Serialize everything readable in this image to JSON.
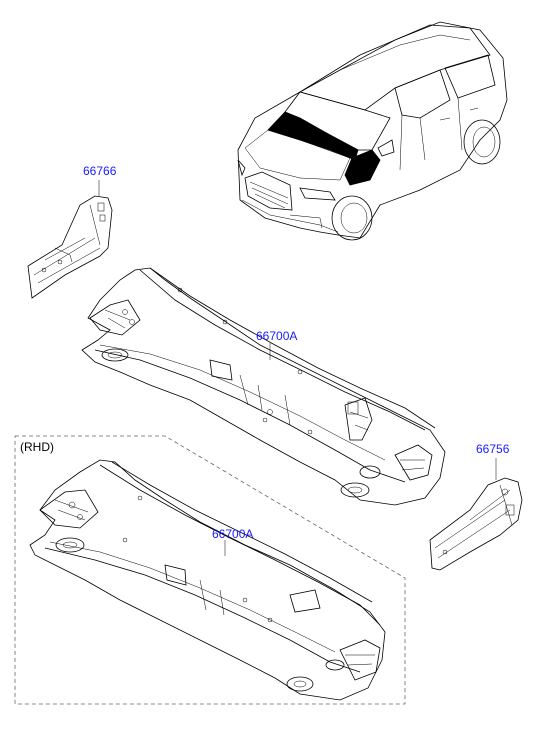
{
  "colors": {
    "part_number": "#1a1aff",
    "line": "#000000",
    "background": "#ffffff"
  },
  "labels": {
    "part_66766": "66766",
    "part_66700A_top": "66700A",
    "part_66756": "66756",
    "part_66700A_rhd": "66700A",
    "rhd_section": "(RHD)"
  },
  "illustrations": [
    "vehicle-overview",
    "cowl-side-panel-left",
    "cowl-complete-panel",
    "cowl-side-panel-right",
    "cowl-complete-panel-rhd"
  ]
}
